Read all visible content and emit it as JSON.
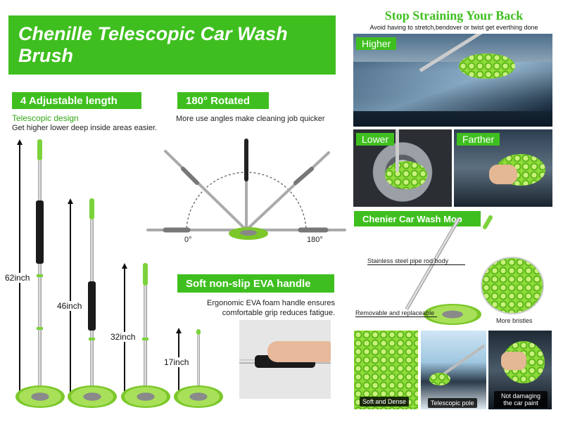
{
  "banner": {
    "title": "Chenille Telescopic Car Wash Brush"
  },
  "left": {
    "tag_length": "4 Adjustable length",
    "telescopic_heading": "Telescopic design",
    "telescopic_desc": "Get higher lower deep inside areas easier.",
    "lengths": [
      "62inch",
      "46inch",
      "32inch",
      "17inch"
    ]
  },
  "rotate": {
    "tag": "180° Rotated",
    "desc": "More use angles make cleaning job quicker",
    "angle_start": "0°",
    "angle_end": "180°"
  },
  "handle": {
    "tag": "Soft non-slip EVA handle",
    "desc_line1": "Ergonomic EVA foam handle ensures",
    "desc_line2": "comfortable grip reduces fatigue."
  },
  "right": {
    "title": "Stop Straining Your Back",
    "subtitle": "Avoid having to stretch,bendover or twist get everthing done",
    "labels": {
      "higher": "Higher",
      "lower": "Lower",
      "farther": "Farther"
    },
    "mop_tag": "Chenier Car Wash Mop",
    "callout_pipe": "Stainless steel pipe rod body",
    "callout_removable": "Removable and replaceable",
    "callout_bristles": "More bristles",
    "captions": [
      "Soft and Dense",
      "Telescopic pole",
      "Not damaging the car paint"
    ]
  },
  "colors": {
    "brand_green": "#3fbf1f"
  }
}
